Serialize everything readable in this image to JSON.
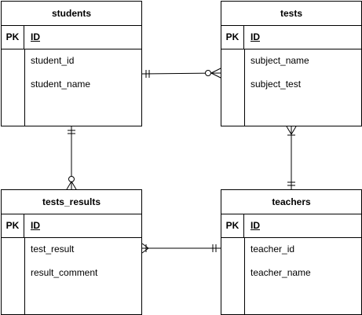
{
  "entities": {
    "students": {
      "title": "students",
      "pk_label": "PK",
      "pk_field": "ID",
      "fields": [
        "student_id",
        "student_name"
      ]
    },
    "tests": {
      "title": "tests",
      "pk_label": "PK",
      "pk_field": "ID",
      "fields": [
        "subject_name",
        "subject_test"
      ]
    },
    "tests_results": {
      "title": "tests_results",
      "pk_label": "PK",
      "pk_field": "ID",
      "fields": [
        "test_result",
        "result_comment"
      ]
    },
    "teachers": {
      "title": "teachers",
      "pk_label": "PK",
      "pk_field": "ID",
      "fields": [
        "teacher_id",
        "teacher_name"
      ]
    }
  },
  "relationships": [
    {
      "from": "students",
      "to": "tests",
      "from_end": "one-mandatory",
      "to_end": "zero-or-many"
    },
    {
      "from": "students",
      "to": "tests_results",
      "from_end": "one-mandatory",
      "to_end": "zero-or-many"
    },
    {
      "from": "tests",
      "to": "teachers",
      "from_end": "one-or-many",
      "to_end": "one-mandatory"
    },
    {
      "from": "tests_results",
      "to": "teachers",
      "from_end": "one-or-many",
      "to_end": "one-mandatory"
    }
  ]
}
